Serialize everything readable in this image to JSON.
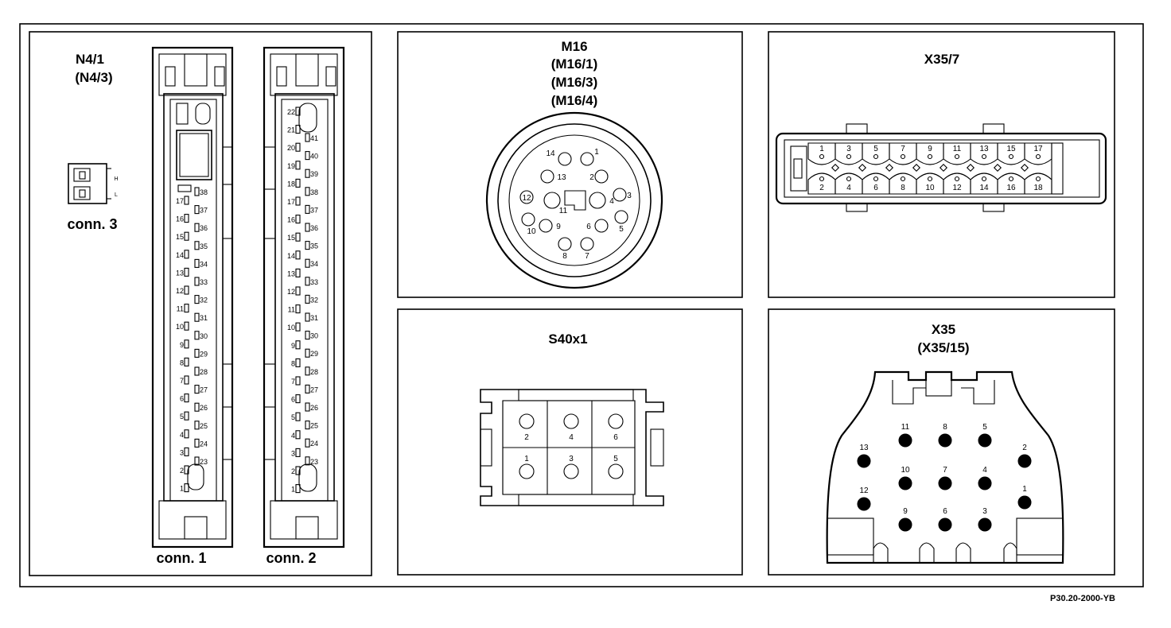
{
  "figure_id": "P30.20-2000-YB",
  "panels": {
    "n4": {
      "title_lines": [
        "N4/1",
        "(N4/3)"
      ],
      "conn1_label": "conn. 1",
      "conn2_label": "conn. 2",
      "conn3_label": "conn. 3",
      "conn3_pins": [
        "H",
        "L"
      ],
      "conn1_left_pins": [
        "17",
        "16",
        "15",
        "14",
        "13",
        "12",
        "11",
        "10",
        "9",
        "8",
        "7",
        "6",
        "5",
        "4",
        "3",
        "2",
        "1"
      ],
      "conn1_right_pins": [
        "38",
        "37",
        "36",
        "35",
        "34",
        "33",
        "32",
        "31",
        "30",
        "29",
        "28",
        "27",
        "26",
        "25",
        "24",
        "23"
      ],
      "conn2_left_pins": [
        "22",
        "21",
        "20",
        "19",
        "18",
        "17",
        "16",
        "15",
        "14",
        "13",
        "12",
        "11",
        "10",
        "9",
        "8",
        "7",
        "6",
        "5",
        "4",
        "3",
        "2",
        "1"
      ],
      "conn2_right_pins": [
        "41",
        "40",
        "39",
        "38",
        "37",
        "36",
        "35",
        "34",
        "33",
        "32",
        "31",
        "30",
        "29",
        "28",
        "27",
        "26",
        "25",
        "24",
        "23"
      ]
    },
    "m16": {
      "title_lines": [
        "M16",
        "(M16/1)",
        "(M16/3)",
        "(M16/4)"
      ],
      "pins": [
        "1",
        "2",
        "3",
        "4",
        "5",
        "6",
        "7",
        "8",
        "9",
        "10",
        "11",
        "12",
        "13",
        "14"
      ]
    },
    "x35_7": {
      "title": "X35/7",
      "top_pins": [
        "1",
        "3",
        "5",
        "7",
        "9",
        "11",
        "13",
        "15",
        "17"
      ],
      "bottom_pins": [
        "2",
        "4",
        "6",
        "8",
        "10",
        "12",
        "14",
        "16",
        "18"
      ]
    },
    "s40x1": {
      "title": "S40x1",
      "top_pins": [
        "2",
        "4",
        "6"
      ],
      "bottom_pins": [
        "1",
        "3",
        "5"
      ]
    },
    "x35": {
      "title_lines": [
        "X35",
        "(X35/15)"
      ],
      "pins": [
        "1",
        "2",
        "3",
        "4",
        "5",
        "6",
        "7",
        "8",
        "9",
        "10",
        "11",
        "12",
        "13"
      ]
    }
  }
}
